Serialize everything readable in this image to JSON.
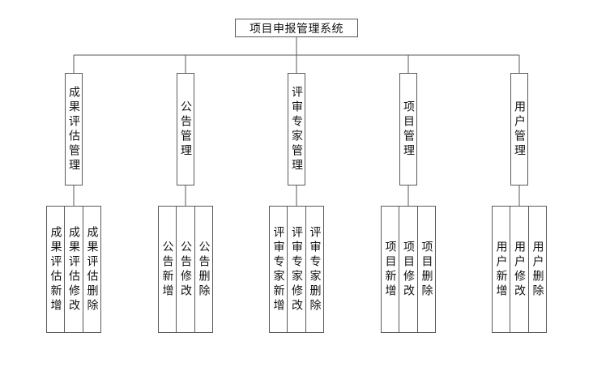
{
  "root": {
    "label": "项目申报管理系统"
  },
  "modules": [
    {
      "label": "成果评估管理",
      "children": [
        "成果评估新增",
        "成果评估修改",
        "成果评估删除"
      ]
    },
    {
      "label": "公告管理",
      "children": [
        "公告新增",
        "公告修改",
        "公告删除"
      ]
    },
    {
      "label": "评审专家管理",
      "children": [
        "评审专家新增",
        "评审专家修改",
        "评审专家删除"
      ]
    },
    {
      "label": "项目管理",
      "children": [
        "项目新增",
        "项目修改",
        "项目删除"
      ]
    },
    {
      "label": "用户管理",
      "children": [
        "用户新增",
        "用户修改",
        "用户删除"
      ]
    }
  ]
}
